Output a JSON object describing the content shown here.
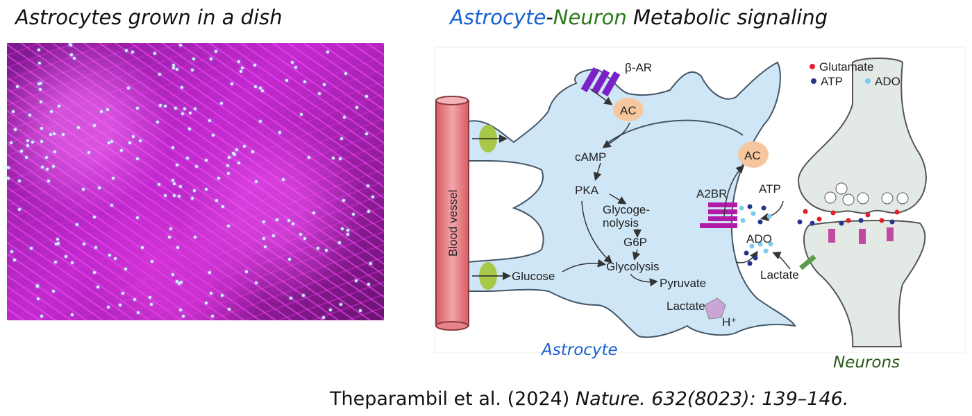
{
  "left_title": "Astrocytes grown in a dish",
  "right_title": {
    "part1": "Astrocyte",
    "dash": "-",
    "part2": "Neuron",
    "part3": " Metabolic signaling"
  },
  "diagram": {
    "blood_vessel": "Blood vessel",
    "beta_ar": "β-AR",
    "ac_top": "AC",
    "ac_right": "AC",
    "camp": "cAMP",
    "pka": "PKA",
    "glycogenolysis_1": "Glycoge-",
    "glycogenolysis_2": "nolysis",
    "g6p": "G6P",
    "glycolysis": "Glycolysis",
    "glucose": "Glucose",
    "pyruvate": "Pyruvate",
    "lactate_astro": "Lactate",
    "h_plus": "H⁺",
    "a2br": "A2BR",
    "atp": "ATP",
    "ado": "ADO",
    "lactate_neuron": "Lactate",
    "legend": {
      "glutamate": "Glutamate",
      "atp": "ATP",
      "ado": "ADO"
    },
    "colors": {
      "glutamate": "#e0202a",
      "atp": "#27338f",
      "ado": "#7ccbee",
      "astrocyte": "#cfe6f6",
      "vessel": "#e8838a",
      "neuron": "#e3e9e4"
    }
  },
  "caption_astrocyte": "Astrocyte",
  "caption_neurons": "Neurons",
  "citation": {
    "authors": "Theparambil et al. (2024) ",
    "journal": "Nature. 632(8023): 139–146."
  }
}
